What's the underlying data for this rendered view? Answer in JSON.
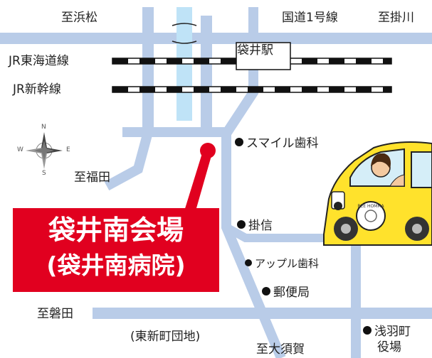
{
  "map": {
    "destinations": {
      "hamamatsu": "至浜松",
      "fukuroda": "至福田",
      "iwata": "至磐田",
      "kakegawa": "至掛川",
      "omosuka": "至大須賀"
    },
    "roads": {
      "route1": "国道1号線",
      "higashi_shinmachi": "(東新町団地)"
    },
    "rail": {
      "tokaido": "JR東海道線",
      "shinkansen": "JR新幹線",
      "station": "袋井駅"
    },
    "venue": {
      "name": "袋井南会場",
      "subname": "(袋井南病院)"
    },
    "landmarks": {
      "smile_dental": "スマイル歯科",
      "kakeshin": "掛信",
      "apple_dental": "アップル歯科",
      "post_office": "郵便局",
      "asaba_office_line1": "浅羽町",
      "asaba_office_line2": "役場"
    },
    "compass": {
      "n": "N",
      "s": "S",
      "e": "E",
      "w": "W"
    },
    "car": {
      "emblem_text": "BEE HOMMA"
    },
    "colors": {
      "road": "#b9cce8",
      "river": "#bfe3f7",
      "venue": "#e1001f",
      "car": "#ffe22c"
    }
  }
}
